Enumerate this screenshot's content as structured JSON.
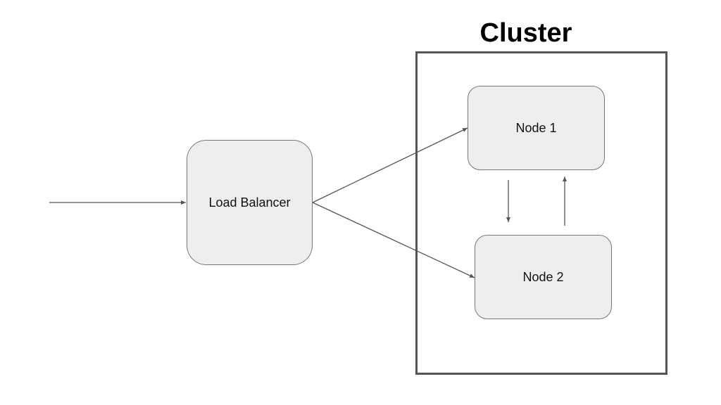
{
  "diagram": {
    "title": "Cluster",
    "nodes": {
      "load_balancer": "Load Balancer",
      "node1": "Node 1",
      "node2": "Node 2"
    },
    "edges": [
      {
        "from": "incoming",
        "to": "Load Balancer"
      },
      {
        "from": "Load Balancer",
        "to": "Node 1"
      },
      {
        "from": "Load Balancer",
        "to": "Node 2"
      },
      {
        "from": "Node 1",
        "to": "Node 2"
      },
      {
        "from": "Node 2",
        "to": "Node 1"
      }
    ],
    "colors": {
      "node_fill": "#eeeeee",
      "node_border": "#777777",
      "frame": "#555555",
      "edge": "#555555"
    }
  }
}
